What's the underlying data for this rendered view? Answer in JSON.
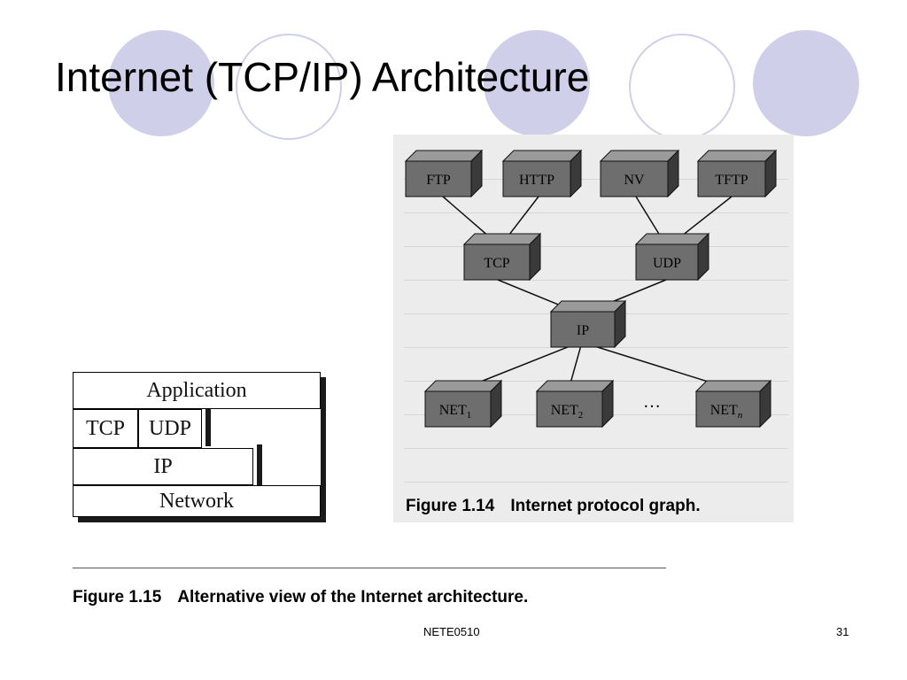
{
  "slide": {
    "title": "Internet (TCP/IP) Architecture",
    "footer_center": "NETE0510",
    "page_number": "31",
    "accent_color": "#cfcfe9"
  },
  "protocol_graph": {
    "nodes": {
      "ftp": "FTP",
      "http": "HTTP",
      "nv": "NV",
      "tftp": "TFTP",
      "tcp": "TCP",
      "udp": "UDP",
      "ip": "IP",
      "net1": "NET",
      "net1_sub": "1",
      "net2": "NET",
      "net2_sub": "2",
      "netn": "NET",
      "netn_sub": "n"
    },
    "ellipsis": "…",
    "caption_number": "Figure 1.14",
    "caption_text": "Internet protocol graph."
  },
  "layer_stack": {
    "application": "Application",
    "tcp": "TCP",
    "udp": "UDP",
    "ip": "IP",
    "network": "Network",
    "caption_number": "Figure 1.15",
    "caption_text": "Alternative view of the Internet architecture."
  }
}
